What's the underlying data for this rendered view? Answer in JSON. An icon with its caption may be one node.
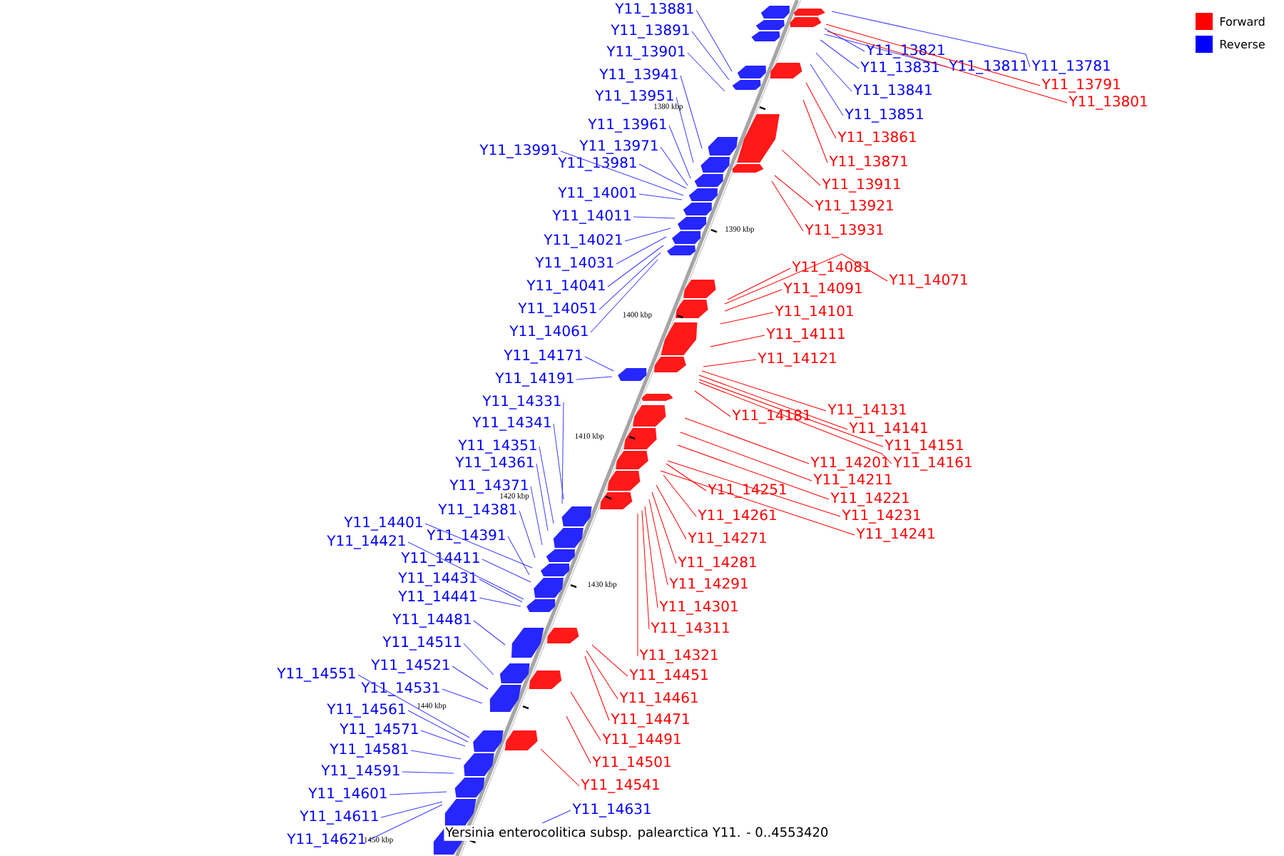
{
  "diagram": {
    "caption": "Yersinia enterocolitica subsp. palearctica Y11. - 0..4553420",
    "nodes": [
      {
        "text": [
          "Y11_13881"
        ]
      },
      {
        "text": [
          "Y11_13891"
        ]
      },
      {
        "text": [
          "Y11_13821"
        ]
      },
      {
        "text": [
          "Y11_13901"
        ]
      },
      {
        "text": [
          "Y11_13811"
        ]
      },
      {
        "text": [
          "Y11_13781"
        ]
      },
      {
        "text": [
          "Y11_13831"
        ]
      },
      {
        "text": [
          "Y11_13941"
        ]
      },
      {
        "text": [
          "Y11_13791"
        ]
      },
      {
        "text": [
          "Y11_13951"
        ]
      },
      {
        "text": [
          "Y11_13841"
        ]
      },
      {
        "text": [
          "Y11_13801"
        ]
      },
      {
        "text": [
          "Y11_13851"
        ]
      },
      {
        "text": [
          "Y11_13961"
        ]
      },
      {
        "text": [
          "Y11_13861"
        ]
      },
      {
        "text": [
          "Y11_13971"
        ]
      },
      {
        "text": [
          "Y11_13991"
        ]
      },
      {
        "text": [
          "Y11_13871"
        ]
      },
      {
        "text": [
          "Y11_13981"
        ]
      },
      {
        "text": [
          "Y11_13911"
        ]
      },
      {
        "text": [
          "Y11_14001"
        ]
      },
      {
        "text": [
          "Y11_13921"
        ]
      },
      {
        "text": [
          "Y11_14011"
        ]
      },
      {
        "text": [
          "Y11_13931"
        ]
      },
      {
        "text": [
          "Y11_14021"
        ]
      },
      {
        "text": [
          "Y11_14031"
        ]
      },
      {
        "text": [
          "Y11_14081"
        ]
      },
      {
        "text": [
          "Y11_14071"
        ]
      },
      {
        "text": [
          "Y11_14041"
        ]
      },
      {
        "text": [
          "Y11_14091"
        ]
      },
      {
        "text": [
          "Y11_14051"
        ]
      },
      {
        "text": [
          "Y11_14101"
        ]
      },
      {
        "text": [
          "Y11_14061"
        ]
      },
      {
        "text": [
          "Y11_14111"
        ]
      },
      {
        "text": [
          "Y11_14171"
        ]
      },
      {
        "text": [
          "Y11_14121"
        ]
      },
      {
        "text": [
          "Y11_14191"
        ]
      },
      {
        "text": [
          "Y11_14331"
        ]
      },
      {
        "text": [
          "Y11_14131"
        ]
      },
      {
        "text": [
          "Y11_14181"
        ]
      },
      {
        "text": [
          "Y11_14341"
        ]
      },
      {
        "text": [
          "Y11_14141"
        ]
      },
      {
        "text": [
          "Y11_14351"
        ]
      },
      {
        "text": [
          "Y11_14151"
        ]
      },
      {
        "text": [
          "Y11_14361"
        ]
      },
      {
        "text": [
          "Y11_14201"
        ]
      },
      {
        "text": [
          "Y11_14161"
        ]
      },
      {
        "text": [
          "Y11_14211"
        ]
      },
      {
        "text": [
          "Y11_14371"
        ]
      },
      {
        "text": [
          "Y11_14251"
        ]
      },
      {
        "text": [
          "Y11_14221"
        ]
      },
      {
        "text": [
          "Y11_14381"
        ]
      },
      {
        "text": [
          "Y11_14261"
        ]
      },
      {
        "text": [
          "Y11_14231"
        ]
      },
      {
        "text": [
          "Y11_14401"
        ]
      },
      {
        "text": [
          "Y11_14241"
        ]
      },
      {
        "text": [
          "Y11_14391"
        ]
      },
      {
        "text": [
          "Y11_14271"
        ]
      },
      {
        "text": [
          "Y11_14421"
        ]
      },
      {
        "text": [
          "Y11_14411"
        ]
      },
      {
        "text": [
          "Y11_14281"
        ]
      },
      {
        "text": [
          "Y11_14431"
        ]
      },
      {
        "text": [
          "Y11_14291"
        ]
      },
      {
        "text": [
          "Y11_14441"
        ]
      },
      {
        "text": [
          "Y11_14301"
        ]
      },
      {
        "text": [
          "Y11_14481"
        ]
      },
      {
        "text": [
          "Y11_14311"
        ]
      },
      {
        "text": [
          "Y11_14511"
        ]
      },
      {
        "text": [
          "Y11_14321"
        ]
      },
      {
        "text": [
          "Y11_14521"
        ]
      },
      {
        "text": [
          "Y11_14551"
        ]
      },
      {
        "text": [
          "Y11_14451"
        ]
      },
      {
        "text": [
          "Y11_14531"
        ]
      },
      {
        "text": [
          "Y11_14461"
        ]
      },
      {
        "text": [
          "Y11_14561"
        ]
      },
      {
        "text": [
          "Y11_14471"
        ]
      },
      {
        "text": [
          "Y11_14571"
        ]
      },
      {
        "text": [
          "Y11_14491"
        ]
      },
      {
        "text": [
          "Y11_14581"
        ]
      },
      {
        "text": [
          "Y11_14501"
        ]
      },
      {
        "text": [
          "Y11_14591"
        ]
      },
      {
        "text": [
          "Y11_14541"
        ]
      },
      {
        "text": [
          "Y11_14601"
        ]
      },
      {
        "text": [
          "Y11_14631"
        ]
      },
      {
        "text": [
          "Y11_14611"
        ]
      },
      {
        "text": [
          "Y11_14621"
        ]
      }
    ],
    "edges": [
      {
        "from": 0,
        "to": null,
        "arrow": "none"
      },
      {
        "from": 1,
        "to": null,
        "arrow": "none"
      },
      {
        "from": 2,
        "to": null,
        "arrow": "none"
      },
      {
        "from": 3,
        "to": null,
        "arrow": "none"
      },
      {
        "from": 4,
        "to": null,
        "arrow": "none"
      },
      {
        "from": 5,
        "to": null,
        "arrow": "none"
      },
      {
        "from": 6,
        "to": null,
        "arrow": "none"
      },
      {
        "from": 7,
        "to": null,
        "arrow": "none"
      },
      {
        "from": 8,
        "to": null,
        "arrow": "none",
        "color": "#ff0000"
      },
      {
        "from": 9,
        "to": null,
        "arrow": "none"
      },
      {
        "from": 10,
        "to": null,
        "arrow": "none"
      },
      {
        "from": 11,
        "to": null,
        "arrow": "none",
        "color": "#ff0000"
      },
      {
        "from": 12,
        "to": null,
        "arrow": "none"
      },
      {
        "from": 13,
        "to": null,
        "arrow": "none"
      },
      {
        "from": 14,
        "to": null,
        "arrow": "none",
        "color": "#ff0000"
      },
      {
        "from": 15,
        "to": null,
        "arrow": "none"
      },
      {
        "from": 16,
        "to": null,
        "arrow": "none"
      },
      {
        "from": 17,
        "to": null,
        "arrow": "none",
        "color": "#ff0000"
      },
      {
        "from": 18,
        "to": null,
        "arrow": "none"
      },
      {
        "from": 19,
        "to": null,
        "arrow": "none",
        "color": "#ff0000"
      },
      {
        "from": 20,
        "to": null,
        "arrow": "none"
      },
      {
        "from": 21,
        "to": null,
        "arrow": "none",
        "color": "#ff0000"
      },
      {
        "from": 22,
        "to": null,
        "arrow": "none"
      },
      {
        "from": 23,
        "to": null,
        "arrow": "none",
        "color": "#ff0000"
      },
      {
        "from": 24,
        "to": null,
        "arrow": "none"
      },
      {
        "from": 25,
        "to": null,
        "arrow": "none"
      },
      {
        "from": 26,
        "to": null,
        "arrow": "none",
        "color": "#ff0000"
      },
      {
        "from": 27,
        "to": null,
        "arrow": "none",
        "color": "#ff0000"
      },
      {
        "from": 28,
        "to": null,
        "arrow": "none"
      },
      {
        "from": 29,
        "to": null,
        "arrow": "none",
        "color": "#ff0000"
      },
      {
        "from": 30,
        "to": null,
        "arrow": "none"
      },
      {
        "from": 31,
        "to": null,
        "arrow": "none",
        "color": "#ff0000"
      },
      {
        "from": 32,
        "to": null,
        "arrow": "none"
      },
      {
        "from": 33,
        "to": null,
        "arrow": "none",
        "color": "#ff0000"
      },
      {
        "from": 34,
        "to": null,
        "arrow": "none"
      },
      {
        "from": 35,
        "to": null,
        "arrow": "none",
        "color": "#ff0000"
      },
      {
        "from": 36,
        "to": null,
        "arrow": "none"
      },
      {
        "from": 37,
        "to": null,
        "arrow": "none"
      },
      {
        "from": 38,
        "to": null,
        "arrow": "none",
        "color": "#ff0000"
      },
      {
        "from": 39,
        "to": null,
        "arrow": "none",
        "color": "#ff0000"
      },
      {
        "from": 40,
        "to": null,
        "arrow": "none"
      },
      {
        "from": 41,
        "to": null,
        "arrow": "none",
        "color": "#ff0000"
      },
      {
        "from": 42,
        "to": null,
        "arrow": "none"
      },
      {
        "from": 43,
        "to": null,
        "arrow": "none",
        "color": "#ff0000"
      },
      {
        "from": 44,
        "to": null,
        "arrow": "none"
      },
      {
        "from": 45,
        "to": null,
        "arrow": "none",
        "color": "#ff0000"
      },
      {
        "from": 46,
        "to": null,
        "arrow": "none",
        "color": "#ff0000"
      },
      {
        "from": 47,
        "to": null,
        "arrow": "none",
        "color": "#ff0000"
      },
      {
        "from": 48,
        "to": null,
        "arrow": "none"
      },
      {
        "from": 49,
        "to": null,
        "arrow": "none",
        "color": "#ff0000"
      },
      {
        "from": 50,
        "to": null,
        "arrow": "none",
        "color": "#ff0000"
      },
      {
        "from": 51,
        "to": null,
        "arrow": "none"
      },
      {
        "from": 52,
        "to": null,
        "arrow": "none",
        "color": "#ff0000"
      },
      {
        "from": 53,
        "to": null,
        "arrow": "none",
        "color": "#ff0000"
      },
      {
        "from": 54,
        "to": null,
        "arrow": "none"
      },
      {
        "from": 55,
        "to": null,
        "arrow": "none",
        "color": "#ff0000"
      },
      {
        "from": 56,
        "to": null,
        "arrow": "none"
      },
      {
        "from": 57,
        "to": null,
        "arrow": "none",
        "color": "#ff0000"
      },
      {
        "from": 58,
        "to": null,
        "arrow": "none"
      },
      {
        "from": 59,
        "to": null,
        "arrow": "none"
      },
      {
        "from": 60,
        "to": null,
        "arrow": "none",
        "color": "#ff0000"
      },
      {
        "from": 61,
        "to": null,
        "arrow": "none"
      },
      {
        "from": 62,
        "to": null,
        "arrow": "none",
        "color": "#ff0000"
      },
      {
        "from": 63,
        "to": null,
        "arrow": "none"
      },
      {
        "from": 64,
        "to": null,
        "arrow": "none",
        "color": "#ff0000"
      },
      {
        "from": 65,
        "to": null,
        "arrow": "none"
      },
      {
        "from": 66,
        "to": null,
        "arrow": "none",
        "color": "#ff0000"
      },
      {
        "from": 67,
        "to": null,
        "arrow": "none"
      },
      {
        "from": 68,
        "to": null,
        "arrow": "none",
        "color": "#ff0000"
      },
      {
        "from": 69,
        "to": null,
        "arrow": "none"
      },
      {
        "from": 70,
        "to": null,
        "arrow": "none"
      },
      {
        "from": 71,
        "to": null,
        "arrow": "none",
        "color": "#ff0000"
      },
      {
        "from": 72,
        "to": null,
        "arrow": "none"
      },
      {
        "from": 73,
        "to": null,
        "arrow": "none",
        "color": "#ff0000"
      },
      {
        "from": 74,
        "to": null,
        "arrow": "none"
      },
      {
        "from": 75,
        "to": null,
        "arrow": "none",
        "color": "#ff0000"
      },
      {
        "from": 76,
        "to": null,
        "arrow": "none"
      },
      {
        "from": 77,
        "to": null,
        "arrow": "none",
        "color": "#ff0000"
      },
      {
        "from": 78,
        "to": null,
        "arrow": "none"
      },
      {
        "from": 79,
        "to": null,
        "arrow": "none",
        "color": "#ff0000"
      },
      {
        "from": 80,
        "to": null,
        "arrow": "none"
      },
      {
        "from": 81,
        "to": null,
        "arrow": "none",
        "color": "#ff0000"
      },
      {
        "from": 82,
        "to": null,
        "arrow": "none"
      },
      {
        "from": 83,
        "to": null,
        "arrow": "none"
      },
      {
        "from": 84,
        "to": null,
        "arrow": "none"
      },
      {
        "from": 85,
        "to": null,
        "arrow": "none"
      }
    ],
    "labels": [
      "1380 kbp",
      "1390 kbp",
      "1400 kbp",
      "1410 kbp",
      "1420 kbp",
      "1430 kbp",
      "1440 kbp",
      "1450 kbp"
    ],
    "legend": [
      {
        "text": "Forward",
        "color": "#ff0000"
      },
      {
        "text": "Reverse",
        "color": "#0000ff"
      }
    ]
  }
}
